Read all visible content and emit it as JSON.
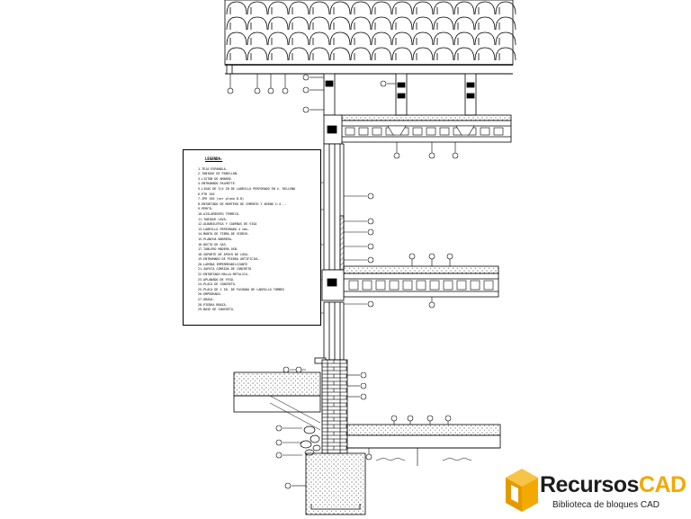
{
  "legend": {
    "title": "LEGENDA:",
    "items": [
      "1-TEJA ESPAÑOLA.",
      "2-TABIQUE DE PABELLON.",
      "3-LISTON DE AMARRE.",
      "4-ENTRAMADO PALMETTE.",
      "5-LIGAS DE 3/4 IN DE LADRILLO PERFORADO EN V. RELLENO",
      "6-PTR 150",
      "7-IPR 150 (ver plano 8-8)",
      "8-ENTORTADO DE MORTERO DE CEMENTO Y ARENA 1:4 ..",
      "9-PERFIL",
      "10-AISLAMIENTO TERMICO.",
      "11-TABIQUE LAVA.",
      "12-ALBAÑILERIA Y CADENAS DE VIGA",
      "13-LADRILLO PERFORADO 4 cms.",
      "14-MANTA DE FIBRA DE VIDRIO.",
      "15-PLANCHA BARRERA.",
      "16-DUCTO DE GAS.",
      "17-TABLERO MADERA OSB.",
      "18-SOPORTE DE APOYO DE LOSA.",
      "19-ENTRAMADO DE PIEDRA ARTIFICIAL.",
      "20-LAMINA IMPERMEABILIZANTE",
      "21-ZAPATA CORRIDA DE CONCRETO",
      "22-ENTORTADO MALLA METALICA.",
      "23-APLANADO DE YESO.",
      "24-PLACA DE CONCRETO.",
      "25-PLACA DE 1 IN. DE FACHADA DE LADRILLO TOMBEX",
      "26-EMPEDRADO.",
      "27-GRAVA.",
      "28-PIEDRA BRAZA.",
      "29-BASE DE CONCRETO."
    ]
  },
  "watermark": {
    "brand_part1": "Recursos",
    "brand_part2": "CAD",
    "tagline": "Biblioteca de bloques CAD",
    "accent": "#f2a900",
    "dark": "#1d1d1d"
  },
  "colors": {
    "line": "#000000",
    "background": "#ffffff"
  }
}
